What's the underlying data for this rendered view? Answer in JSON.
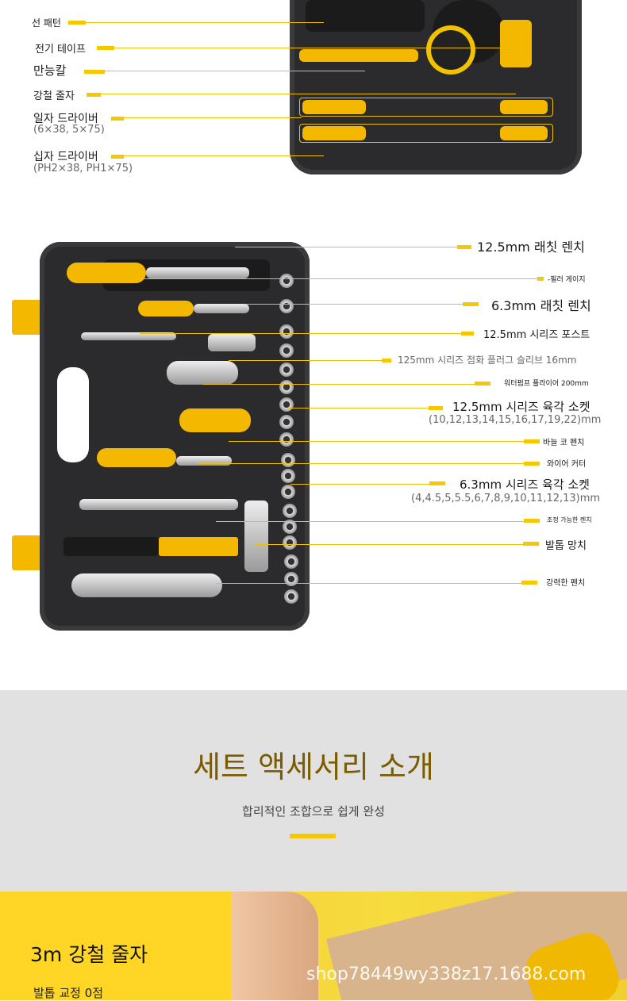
{
  "top_labels": [
    {
      "name": "선 패턴"
    },
    {
      "name": "전기 테이프"
    },
    {
      "name": "만능칼"
    },
    {
      "name": "강철 줄자"
    },
    {
      "name": "일자 드라이버",
      "spec": "(6×38, 5×75)"
    },
    {
      "name": "십자 드라이버",
      "spec": "(PH2×38, PH1×75)"
    }
  ],
  "case_labels": [
    {
      "name": "12.5mm 래칫 렌치"
    },
    {
      "name": "-필러 게이지"
    },
    {
      "name": "6.3mm 래칫 렌치"
    },
    {
      "name": "12.5mm 시리즈 포스트"
    },
    {
      "name": "125mm 시리즈 점화 플러그 슬리브 16mm"
    },
    {
      "name": "워터펌프 플라이어 200mm"
    },
    {
      "name": "12.5mm 시리즈 육각 소켓",
      "spec": "(10,12,13,14,15,16,17,19,22)mm"
    },
    {
      "name": "바늘 코 펜치"
    },
    {
      "name": "와이어 커터"
    },
    {
      "name": "6.3mm 시리즈 육각 소켓",
      "spec": "(4,4.5,5,5.5,6,7,8,9,10,11,12,13)mm"
    },
    {
      "name": "조정 가능한 렌치"
    },
    {
      "name": "발톱 망치"
    },
    {
      "name": "강력한 펜치"
    }
  ],
  "section": {
    "title": "세트 액세서리 소개",
    "subtitle": "합리적인 조합으로 쉽게 완성"
  },
  "feature": {
    "title": "3m 강철 줄자",
    "desc": "발톱 교정 0점"
  },
  "watermark": "shop78449wy338z17.1688.com",
  "colors": {
    "accent": "#f5c800",
    "title": "#7b5c00",
    "band": "#e1e1e1",
    "panel": "#ffd526"
  }
}
